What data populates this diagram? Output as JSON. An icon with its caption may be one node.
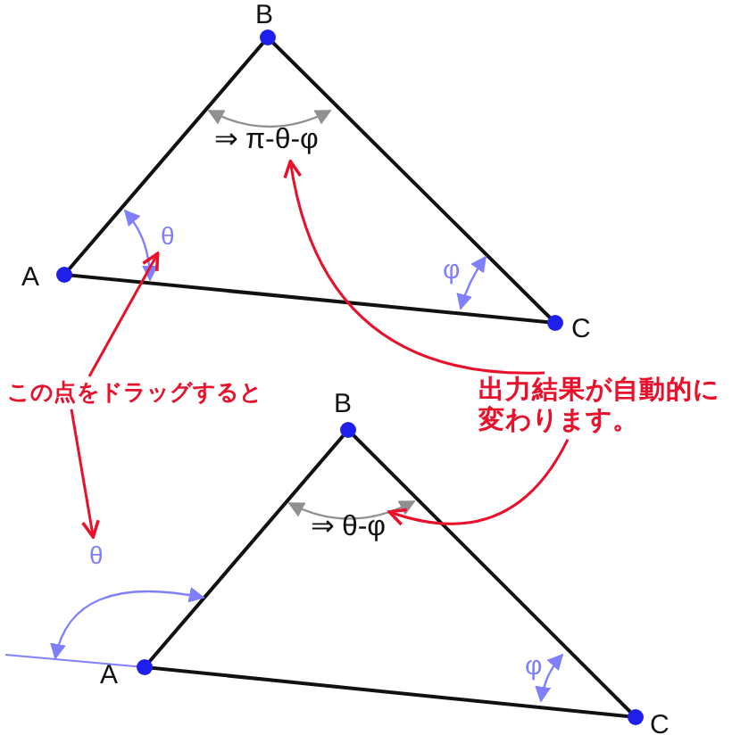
{
  "diagram": {
    "nodes": [
      {
        "text": [
          "⇒ π-θ-φ"
        ]
      },
      {
        "text": [
          "θ"
        ]
      },
      {
        "text": [
          "この点をドラッグすると"
        ]
      },
      {
        "text": [
          "出力結果が自動的に変わります。"
        ]
      },
      {
        "text": [
          "⇒ θ-φ"
        ]
      },
      {
        "text": [
          "θ"
        ]
      }
    ],
    "edges": [
      {
        "from": 2,
        "to": 1,
        "arrow": "to"
      },
      {
        "from": 2,
        "to": 5,
        "arrow": "to"
      },
      {
        "from": 3,
        "to": 0,
        "arrow": "to"
      },
      {
        "from": 3,
        "to": 4,
        "arrow": "to"
      }
    ],
    "labels": [
      "B",
      "A",
      "φ",
      "C",
      "B",
      "φ",
      "A",
      "C"
    ]
  }
}
